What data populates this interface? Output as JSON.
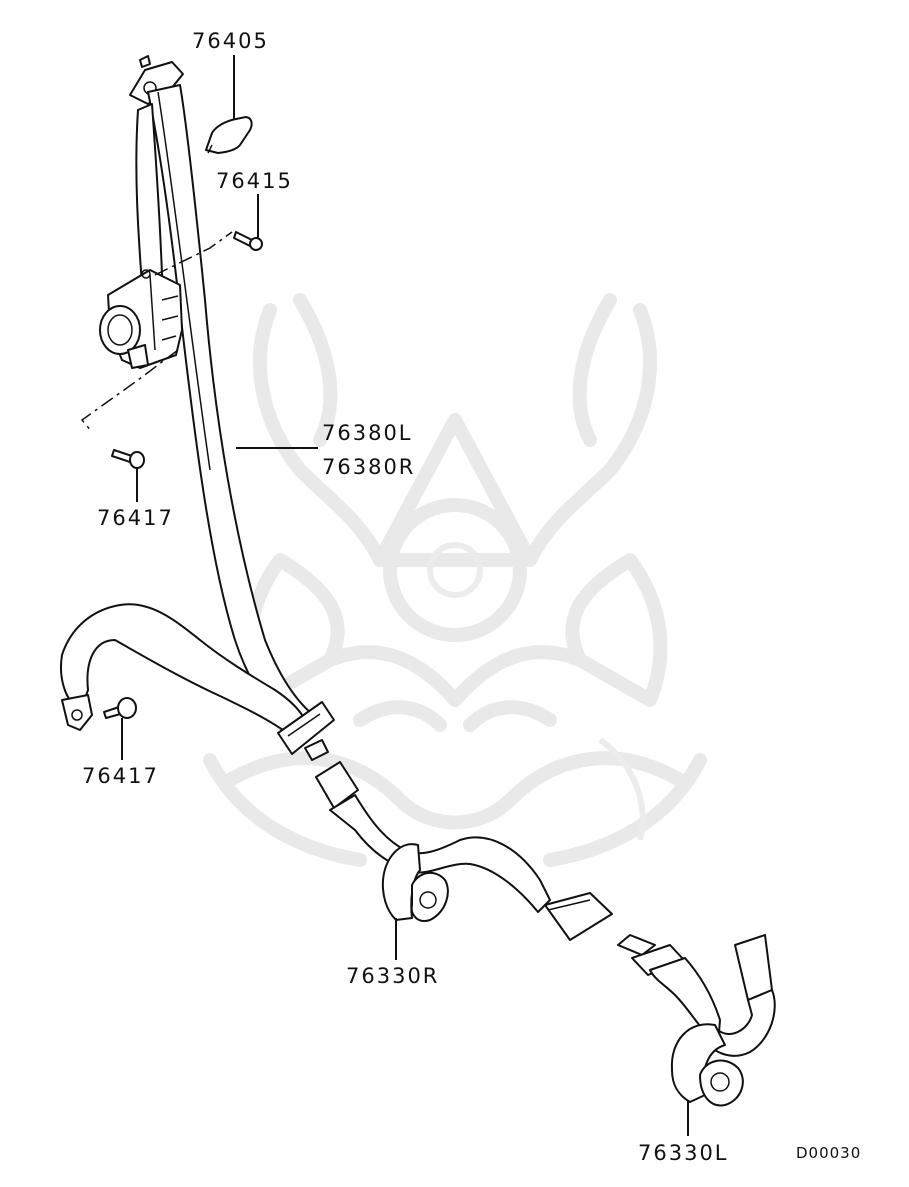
{
  "labels": {
    "p76405": "76405",
    "p76415": "76415",
    "p76380L": "76380L",
    "p76380R": "76380R",
    "p76417_upper": "76417",
    "p76417_lower": "76417",
    "p76330R": "76330R",
    "p76330L": "76330L"
  },
  "diagram_code": "D00030",
  "colors": {
    "line": "#111111",
    "watermark": "#e9e9e9",
    "background": "#ffffff"
  }
}
